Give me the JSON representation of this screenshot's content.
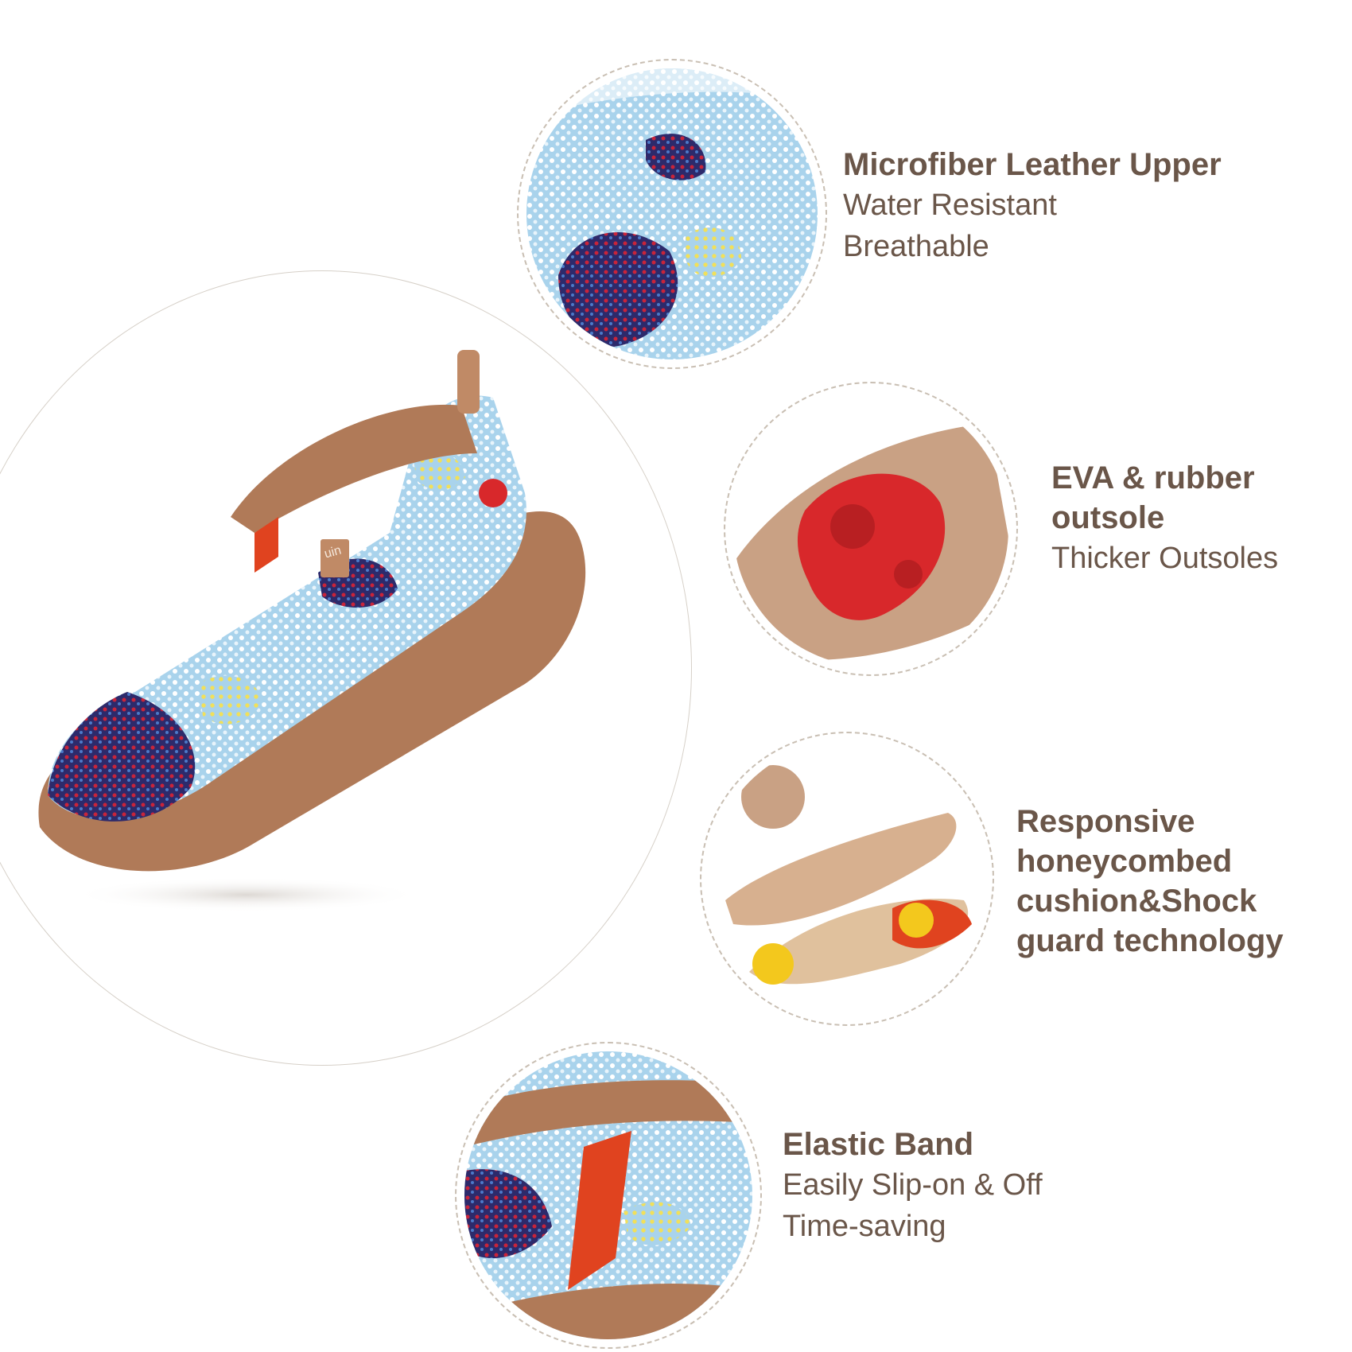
{
  "colors": {
    "text": "#6a5649",
    "ring": "#c9bfb3",
    "sole": "#b07a58",
    "upper": "#a9d3ec",
    "elastic": "#e0431f",
    "outsole_red": "#d8282b",
    "cushion": "#f3c81d"
  },
  "hero": {
    "brand_tab": "uin"
  },
  "features": [
    {
      "title_lines": [
        "Microfiber Leather Upper"
      ],
      "lines": [
        "Water Resistant",
        "Breathable"
      ],
      "icon": "upper-closeup"
    },
    {
      "title_lines": [
        "EVA & rubber",
        "outsole"
      ],
      "lines": [
        "Thicker Outsoles"
      ],
      "icon": "outsole-closeup"
    },
    {
      "title_lines": [
        "Responsive",
        "honeycombed",
        "cushion&Shock",
        "guard technology"
      ],
      "lines": [],
      "icon": "insole-closeup"
    },
    {
      "title_lines": [
        "Elastic Band"
      ],
      "lines": [
        "Easily Slip-on & Off",
        "Time-saving"
      ],
      "icon": "elastic-closeup"
    }
  ]
}
